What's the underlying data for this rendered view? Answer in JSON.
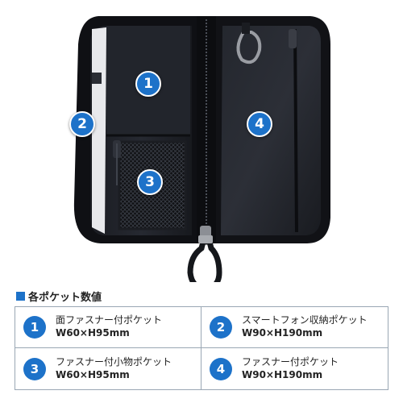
{
  "image_markers": [
    "1",
    "2",
    "3",
    "4"
  ],
  "spec": {
    "title": "各ポケット数値",
    "items": [
      {
        "num": "1",
        "name": "面ファスナー付ポケット",
        "size": "W60×H95mm"
      },
      {
        "num": "2",
        "name": "スマートフォン収納ポケット",
        "size": "W90×H190mm"
      },
      {
        "num": "3",
        "name": "ファスナー付小物ポケット",
        "size": "W60×H95mm"
      },
      {
        "num": "4",
        "name": "ファスナー付ポケット",
        "size": "W90×H190mm"
      }
    ]
  },
  "colors": {
    "accent": "#1d72c9",
    "bag": "#15171c",
    "border": "#9aa7b4"
  }
}
